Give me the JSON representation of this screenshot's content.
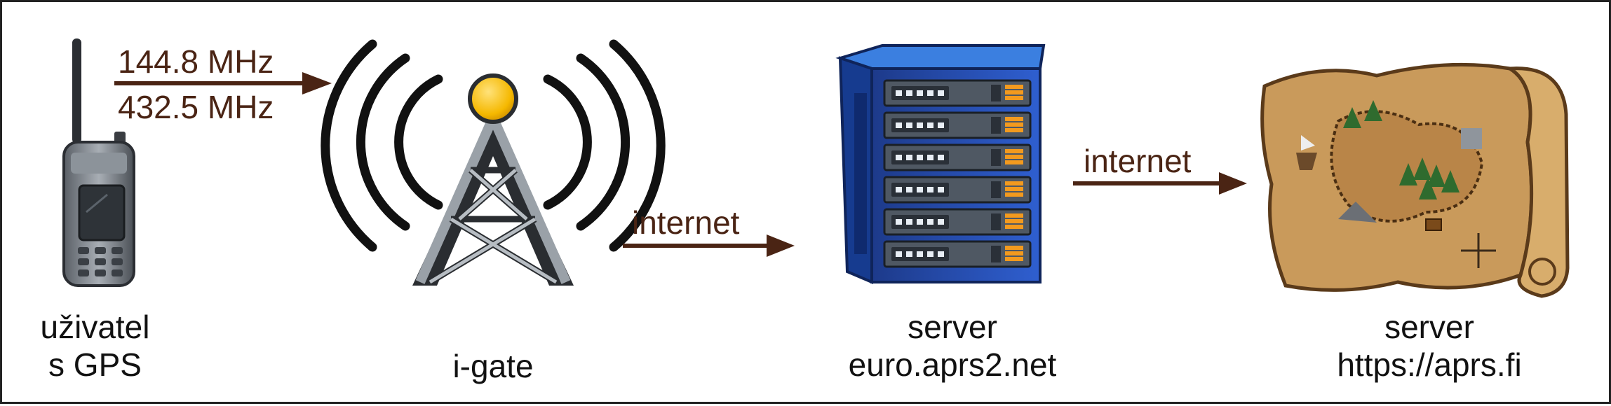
{
  "diagram": {
    "frequencies": [
      "144.8 MHz",
      "432.5 MHz"
    ],
    "links": [
      "internet",
      "internet"
    ],
    "nodes": {
      "user": [
        "uživatel",
        "s GPS"
      ],
      "igate": "i-gate",
      "server_aprs2": [
        "server",
        "euro.aprs2.net"
      ],
      "server_aprsfi": [
        "server",
        "https://aprs.fi"
      ]
    },
    "colors": {
      "arrow": "#4a2414",
      "text": "#111111",
      "border": "#222222"
    }
  }
}
